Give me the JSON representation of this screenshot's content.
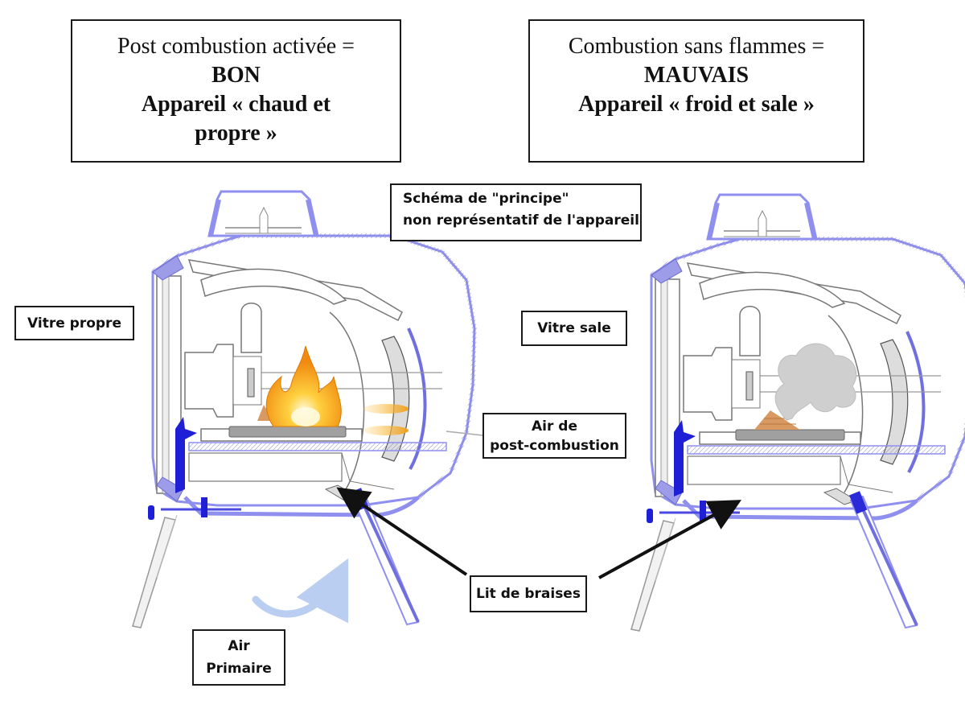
{
  "headers": {
    "good": {
      "line1": "Post combustion activée =",
      "verdict": "BON",
      "line3": "Appareil « chaud et",
      "line4": "propre »"
    },
    "bad": {
      "line1": "Combustion sans flammes =",
      "verdict": "MAUVAIS",
      "line3": "Appareil « froid et sale »"
    }
  },
  "notice": {
    "line1": "Schéma de \"principe\"",
    "line2": "non représentatif de l'appareil"
  },
  "labels": {
    "vitre_propre": "Vitre propre",
    "vitre_sale": "Vitre sale",
    "air_post_line1": "Air de",
    "air_post_line2": "post-combustion",
    "lit_de_braises": "Lit de braises",
    "air_primaire_line1": "Air",
    "air_primaire_line2": "Primaire"
  },
  "colors": {
    "stove_accent": "#8f8ff0",
    "stove_dark_blue": "#1f1fd6",
    "flame_orange": "#f59a12",
    "smoke_grey": "#cfcfcf",
    "wood_tan": "#d89a62",
    "embers_grey": "#9a9a9a",
    "airflow_blue": "#b9cef0"
  }
}
